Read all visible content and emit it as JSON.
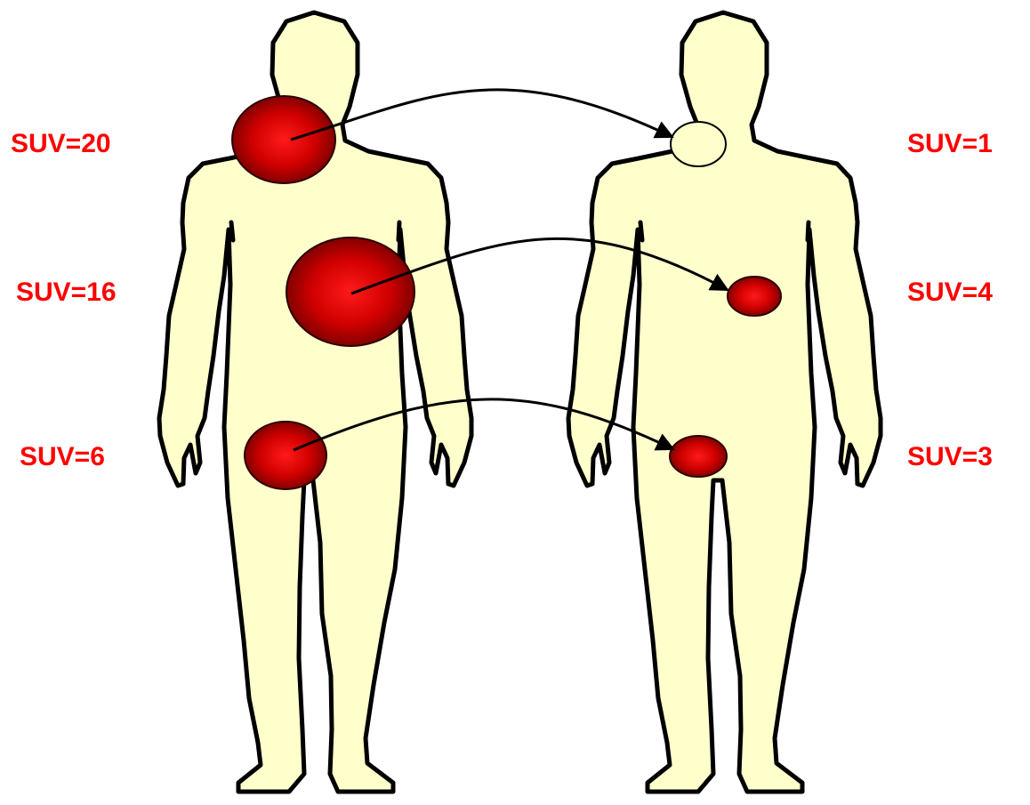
{
  "colors": {
    "label": "#ff0000",
    "body_fill": "#ffffcc",
    "outline": "#000000",
    "lesion_core": "#ff1a1a",
    "lesion_edge": "#7a0000"
  },
  "left_figure": {
    "labels": [
      {
        "text": "SUV=20"
      },
      {
        "text": "SUV=16"
      },
      {
        "text": "SUV=6"
      }
    ]
  },
  "right_figure": {
    "labels": [
      {
        "text": "SUV=1"
      },
      {
        "text": "SUV=4"
      },
      {
        "text": "SUV=3"
      }
    ]
  }
}
